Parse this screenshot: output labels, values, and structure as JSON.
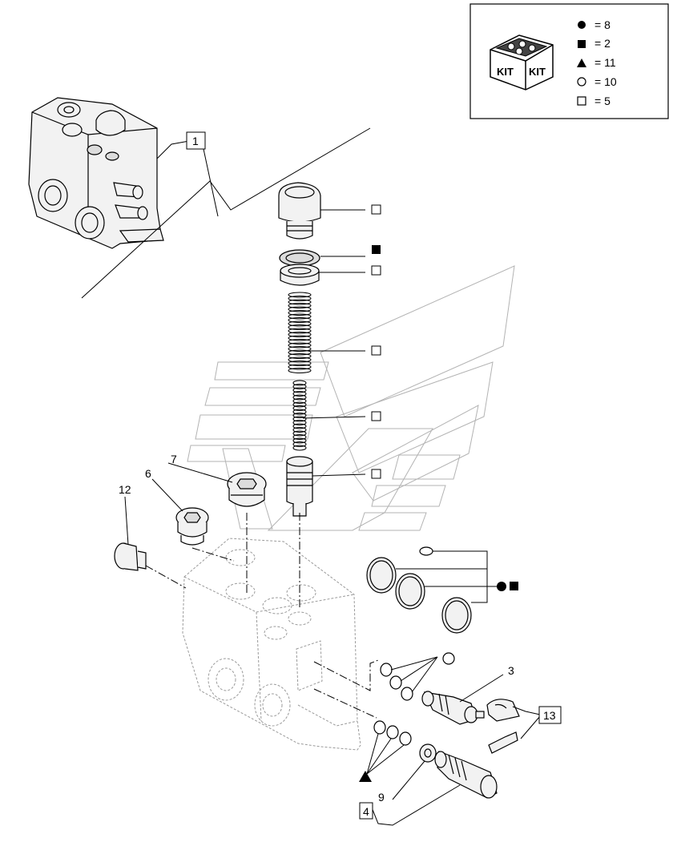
{
  "legend": {
    "items": [
      {
        "symbol": "filled-circle",
        "text": "= 8"
      },
      {
        "symbol": "filled-square",
        "text": "= 2"
      },
      {
        "symbol": "filled-triangle",
        "text": "= 11"
      },
      {
        "symbol": "open-circle",
        "text": "= 10"
      },
      {
        "symbol": "open-square",
        "text": "= 5"
      }
    ],
    "kit_labels": [
      "KIT",
      "KIT"
    ]
  },
  "callouts": {
    "c1": "1",
    "c3": "3",
    "c4": "4",
    "c6": "6",
    "c7": "7",
    "c9": "9",
    "c12": "12",
    "c13": "13"
  }
}
